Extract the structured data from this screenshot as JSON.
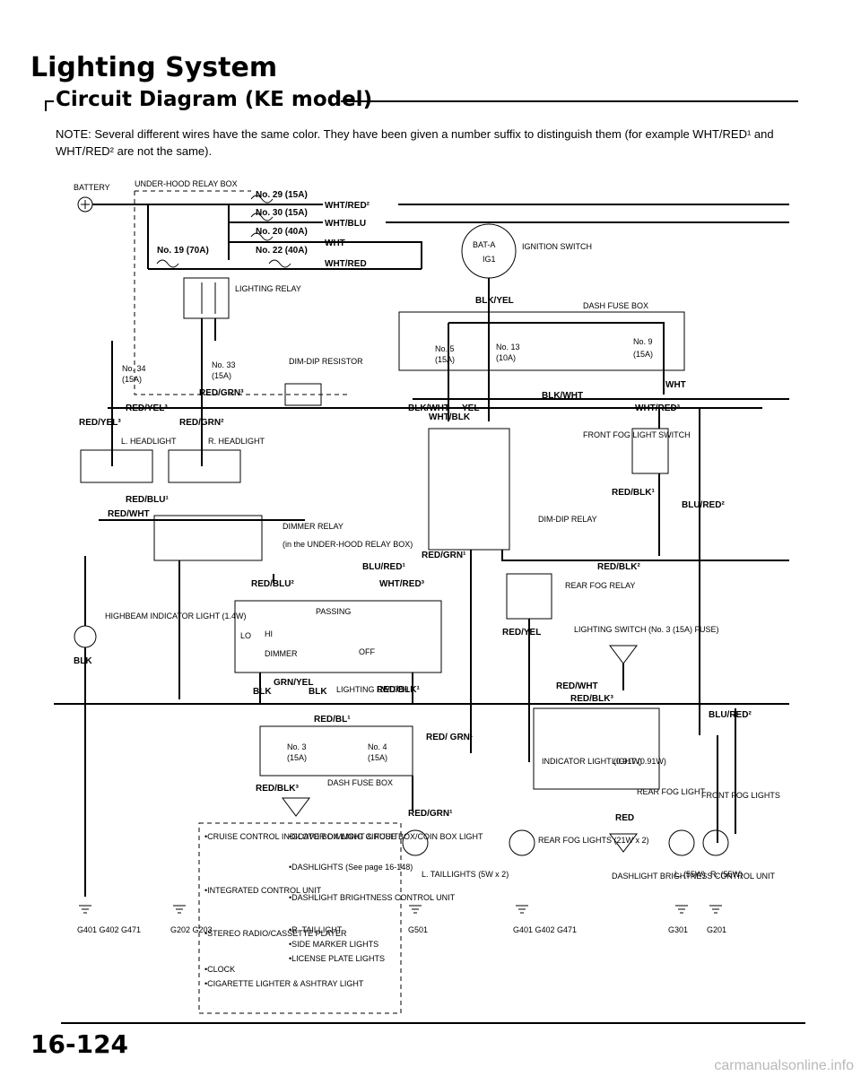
{
  "page": {
    "title": "Lighting System",
    "section_title": "Circuit Diagram (KE model)",
    "note": "NOTE: Several different wires have the same color. They have been given a number suffix to distinguish them (for example WHT/RED¹ and WHT/RED² are not the same).",
    "page_number": "16-124",
    "watermark": "carmanualsonline.info"
  },
  "labels": {
    "battery": "BATTERY",
    "underhood_box": "UNDER-HOOD RELAY BOX",
    "f29": "No. 29 (15A)",
    "f30": "No. 30 (15A)",
    "f20": "No. 20 (40A)",
    "f19": "No. 19 (70A)",
    "f22": "No. 22 (40A)",
    "w_whtred2": "WHT/RED²",
    "w_whtblu": "WHT/BLU",
    "w_wht": "WHT",
    "w_whtred": "WHT/RED",
    "ign_bat": "BAT-A",
    "ign_ig1": "IG1",
    "ign_switch": "IGNITION SWITCH",
    "w_blkyel": "BLK/YEL",
    "dash_fuse_box": "DASH FUSE BOX",
    "lighting_relay": "LIGHTING RELAY",
    "f34": "No. 34",
    "f34_amp": "(15A)",
    "f33": "No. 33",
    "f33_amp": "(15A)",
    "dimdip_resistor": "DIM-DIP RESISTOR",
    "w_redgrn3": "RED/GRN³",
    "w_redyel3": "RED/YEL³",
    "w_redyel3b": "RED/YEL³",
    "w_redgrn2": "RED/GRN²",
    "l_headlight": "L. HEADLIGHT",
    "r_headlight": "R. HEADLIGHT",
    "w_redblu1": "RED/BLU¹",
    "w_redwht": "RED/WHT",
    "dimmer_relay": "DIMMER RELAY",
    "dimmer_relay_note": "(in the UNDER-HOOD RELAY BOX)",
    "f5": "No. 5",
    "f5_amp": "(15A)",
    "f13": "No. 13",
    "f13_amp": "(10A)",
    "f9": "No. 9",
    "f9_amp": "(15A)",
    "w_blkwht": "BLK/WHT",
    "w_blkwht_b": "BLK/WHT",
    "w_yel": "YEL",
    "w_whtblk": "WHT/BLK",
    "w_wht2": "WHT",
    "w_whtred3": "WHT/RED³",
    "front_fog_switch": "FRONT FOG LIGHT SWITCH",
    "w_redblk1": "RED/BLK¹",
    "w_blured2": "BLU/RED²",
    "dimdip_relay": "DIM-DIP RELAY",
    "w_redgrn1": "RED/GRN¹",
    "w_blured1": "BLU/RED¹",
    "w_redblk2": "RED/BLK²",
    "rear_fog_relay": "REAR FOG RELAY",
    "w_redblu2": "RED/BLU²",
    "w_whtred3b": "WHT/RED³",
    "passing": "PASSING",
    "lo": "LO",
    "hi": "HI",
    "dimmer": "DIMMER",
    "off": "OFF",
    "w_redyel": "RED/YEL",
    "lighting_switch_fuse": "LIGHTING SWITCH (No. 3 (15A) FUSE)",
    "highbeam_indicator": "HIGHBEAM INDICATOR LIGHT (1.4W)",
    "w_blk": "BLK",
    "w_grnyel": "GRN/YEL",
    "w_blk2": "BLK",
    "w_blk3": "BLK",
    "lighting_switch": "LIGHTING SWITCH",
    "w_redblk1b": "RED/BLK¹",
    "w_redwht2": "RED/WHT",
    "w_redblk3": "RED/BLK³",
    "w_redbl1": "RED/BL¹",
    "f3": "No. 3",
    "f3_amp": "(15A)",
    "f4": "No. 4",
    "f4_amp": "(15A)",
    "w_redgrn1b": "RED/ GRN¹",
    "w_redblk3b": "RED/BLK³",
    "dash_fuse_box2": "DASH FUSE BOX",
    "w_redgrn1c": "RED/GRN¹",
    "indicator_light": "INDICATOR LIGHT (0.91W)",
    "light_091": "LIGHT (0.91W)",
    "rear_fog_light": "REAR FOG LIGHT",
    "w_red": "RED",
    "front_fog_lights": "FRONT FOG LIGHTS",
    "l_taillights": "L. TAILLIGHTS (5W x 2)",
    "rear_fog_lights": "REAR FOG LIGHTS (21W x 2)",
    "dashlight_ctrl": "DASHLIGHT BRIGHTNESS CONTROL UNIT",
    "l_55w": "L. (55W)",
    "r_55w": "R. (55W)",
    "g_left": "G401 G402 G471",
    "g_202": "G202 G203",
    "g_501": "G501",
    "g_mid": "G401 G402 G471",
    "g_301": "G301",
    "g_201": "G201",
    "list_col1": [
      "•CRUISE CONTROL INDICATOR DIMMING CIRCUIT",
      "•INTEGRATED CONTROL UNIT",
      "•STEREO RADIO/CASSETTE PLAYER",
      "•CLOCK",
      "•CIGARETTE LIGHTER & ASHTRAY LIGHT"
    ],
    "list_col2": [
      "•GLOVE BOX LIGHT & FUSE BOX/COIN BOX LIGHT",
      "•DASHLIGHTS (See page 16-148)",
      "•DASHLIGHT BRIGHTNESS CONTROL UNIT",
      "•R. TAILLIGHT",
      "•SIDE MARKER LIGHTS",
      "•LICENSE PLATE LIGHTS"
    ]
  }
}
